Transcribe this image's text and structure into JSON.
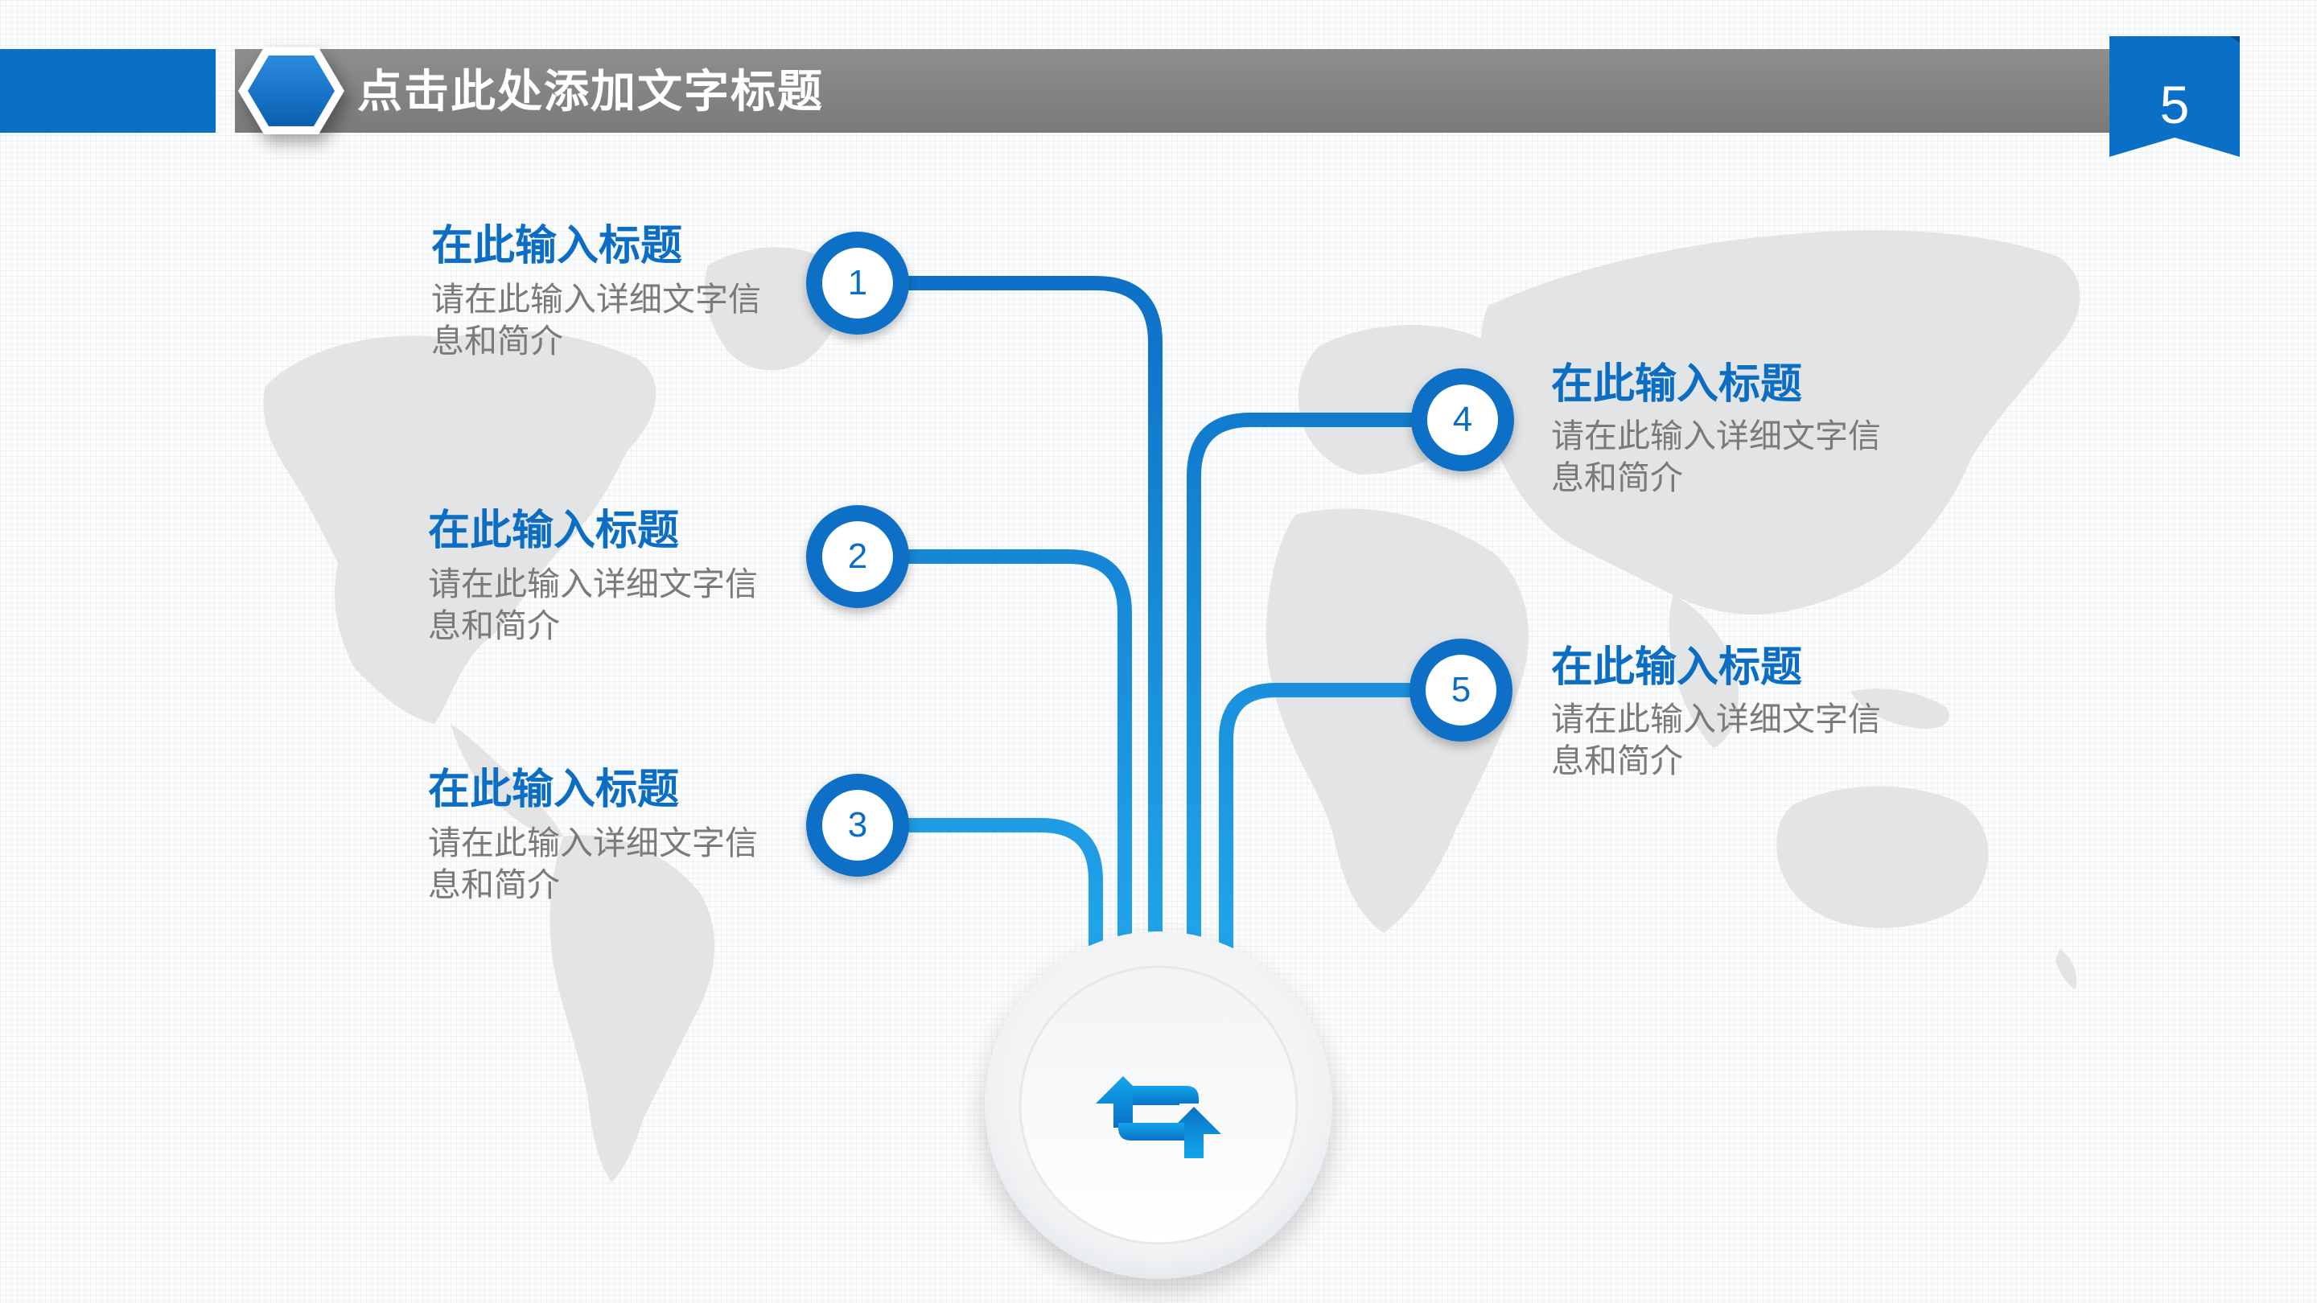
{
  "header": {
    "title": "点击此处添加文字标题",
    "page_number": "5"
  },
  "colors": {
    "primary": "#0a6fc6",
    "bar": "#808080",
    "text_gray": "#7a7a7a",
    "map": "#e4e5e6"
  },
  "center_icon": "retweet-arrows-icon",
  "items": [
    {
      "number": "1",
      "title": "在此输入标题",
      "desc": "请在此输入详细文字信息和简介"
    },
    {
      "number": "2",
      "title": "在此输入标题",
      "desc": "请在此输入详细文字信息和简介"
    },
    {
      "number": "3",
      "title": "在此输入标题",
      "desc": "请在此输入详细文字信息和简介"
    },
    {
      "number": "4",
      "title": "在此输入标题",
      "desc": "请在此输入详细文字信息和简介"
    },
    {
      "number": "5",
      "title": "在此输入标题",
      "desc": "请在此输入详细文字信息和简介"
    }
  ]
}
